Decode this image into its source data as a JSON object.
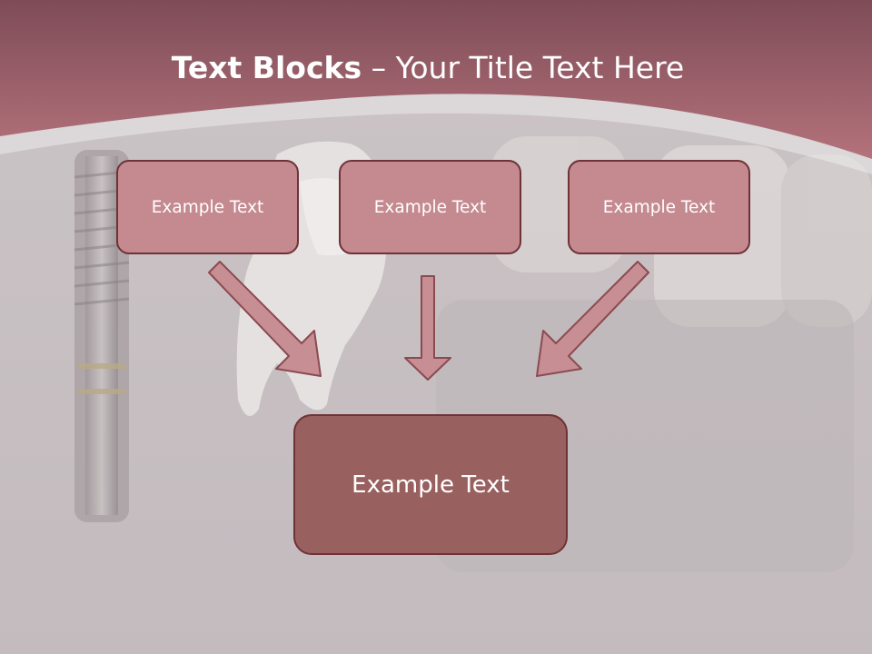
{
  "title": {
    "bold": "Text Blocks",
    "separator": " – ",
    "rest": "Your Title Text Here"
  },
  "blocks": [
    {
      "text": "Example Text"
    },
    {
      "text": "Example Text"
    },
    {
      "text": "Example Text"
    }
  ],
  "result_block": {
    "text": "Example Text"
  },
  "colors": {
    "header": "#a8656e",
    "small_block_fill": "#c48a90",
    "result_block_fill": "#98605f",
    "block_border": "#6e3237",
    "arrow_fill": "#c78e94",
    "arrow_stroke": "#8a4a50"
  }
}
